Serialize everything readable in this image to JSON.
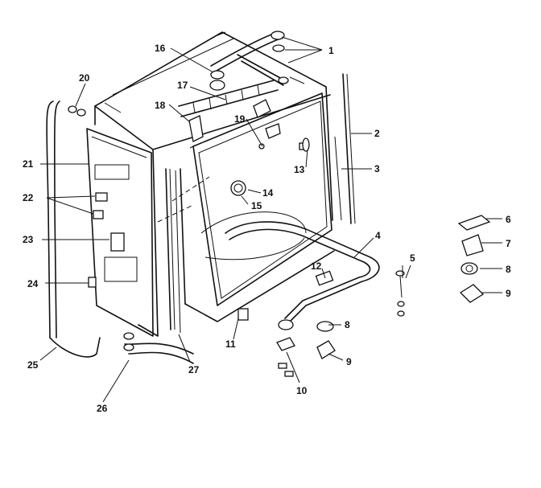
{
  "labels": [
    {
      "id": "c1",
      "text": "1"
    },
    {
      "id": "c2",
      "text": "2"
    },
    {
      "id": "c3",
      "text": "3"
    },
    {
      "id": "c4",
      "text": "4"
    },
    {
      "id": "c5",
      "text": "5"
    },
    {
      "id": "c6a",
      "text": "6"
    },
    {
      "id": "c7",
      "text": "7"
    },
    {
      "id": "c8a",
      "text": "8"
    },
    {
      "id": "c9a",
      "text": "9"
    },
    {
      "id": "c8b",
      "text": "8"
    },
    {
      "id": "c9b",
      "text": "9"
    },
    {
      "id": "c10",
      "text": "10"
    },
    {
      "id": "c11",
      "text": "11"
    },
    {
      "id": "c12",
      "text": "12"
    },
    {
      "id": "c13",
      "text": "13"
    },
    {
      "id": "c14",
      "text": "14"
    },
    {
      "id": "c15",
      "text": "15"
    },
    {
      "id": "c16",
      "text": "16"
    },
    {
      "id": "c17",
      "text": "17"
    },
    {
      "id": "c18",
      "text": "18"
    },
    {
      "id": "c19",
      "text": "19"
    },
    {
      "id": "c20",
      "text": "20"
    },
    {
      "id": "c21",
      "text": "21"
    },
    {
      "id": "c22",
      "text": "22"
    },
    {
      "id": "c23",
      "text": "23"
    },
    {
      "id": "c24",
      "text": "24"
    },
    {
      "id": "c25",
      "text": "25"
    },
    {
      "id": "c26",
      "text": "26"
    },
    {
      "id": "c27",
      "text": "27"
    }
  ]
}
